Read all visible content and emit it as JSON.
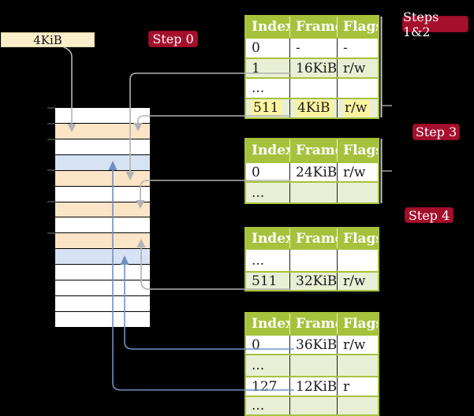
{
  "canvas": {
    "background": "#000000"
  },
  "page_size_box": {
    "label": "4KiB"
  },
  "step_labels": {
    "step0": "Step 0",
    "steps12": "Steps 1&2",
    "step3": "Step 3",
    "step4": "Step 4"
  },
  "memory": {
    "row_colors": [
      "c-white",
      "c-peach",
      "c-white",
      "c-blue",
      "c-peach",
      "c-white",
      "c-peach",
      "c-white",
      "c-peach",
      "c-blue",
      "c-white",
      "c-white",
      "c-white",
      "c-white"
    ]
  },
  "tables": [
    {
      "headers": [
        "Index",
        "Frame",
        "Flags"
      ],
      "rows": [
        {
          "cells": [
            "0",
            "-",
            "-"
          ]
        },
        {
          "cells": [
            "1",
            "16KiB",
            "r/w"
          ]
        },
        {
          "cells": [
            "...",
            "",
            ""
          ]
        },
        {
          "cells": [
            "511",
            "4KiB",
            "r/w"
          ],
          "highlight": true
        }
      ]
    },
    {
      "headers": [
        "Index",
        "Frame",
        "Flags"
      ],
      "rows": [
        {
          "cells": [
            "0",
            "24KiB",
            "r/w"
          ]
        },
        {
          "cells": [
            "...",
            "",
            ""
          ]
        }
      ]
    },
    {
      "headers": [
        "Index",
        "Frame",
        "Flags"
      ],
      "rows": [
        {
          "cells": [
            "...",
            "",
            ""
          ]
        },
        {
          "cells": [
            "511",
            "32KiB",
            "r/w"
          ]
        }
      ]
    },
    {
      "headers": [
        "Index",
        "Frame",
        "Flags"
      ],
      "rows": [
        {
          "cells": [
            "0",
            "36KiB",
            "r/w"
          ]
        },
        {
          "cells": [
            "...",
            "",
            ""
          ]
        },
        {
          "cells": [
            "127",
            "12KiB",
            "r"
          ]
        },
        {
          "cells": [
            "...",
            "",
            ""
          ]
        }
      ]
    }
  ],
  "colors": {
    "background": "#000000",
    "table_header_green": "#a6c23c",
    "table_row_green": "#e9efd5",
    "table_border_green": "#a6c23c",
    "body_cell_separator": "#1e1e1e",
    "highlight_yellow": "#fbf49e",
    "memory_peach": "#fce4c6",
    "memory_blue": "#d7e3f4",
    "memory_cell_border": "#000000",
    "step_label_red": "#a50f2c",
    "page_size_cream": "#fbeecb",
    "connector_gray": "#b2b2b2",
    "connector_blue": "#7090c0",
    "tick_gray": "#4f4f4f"
  }
}
